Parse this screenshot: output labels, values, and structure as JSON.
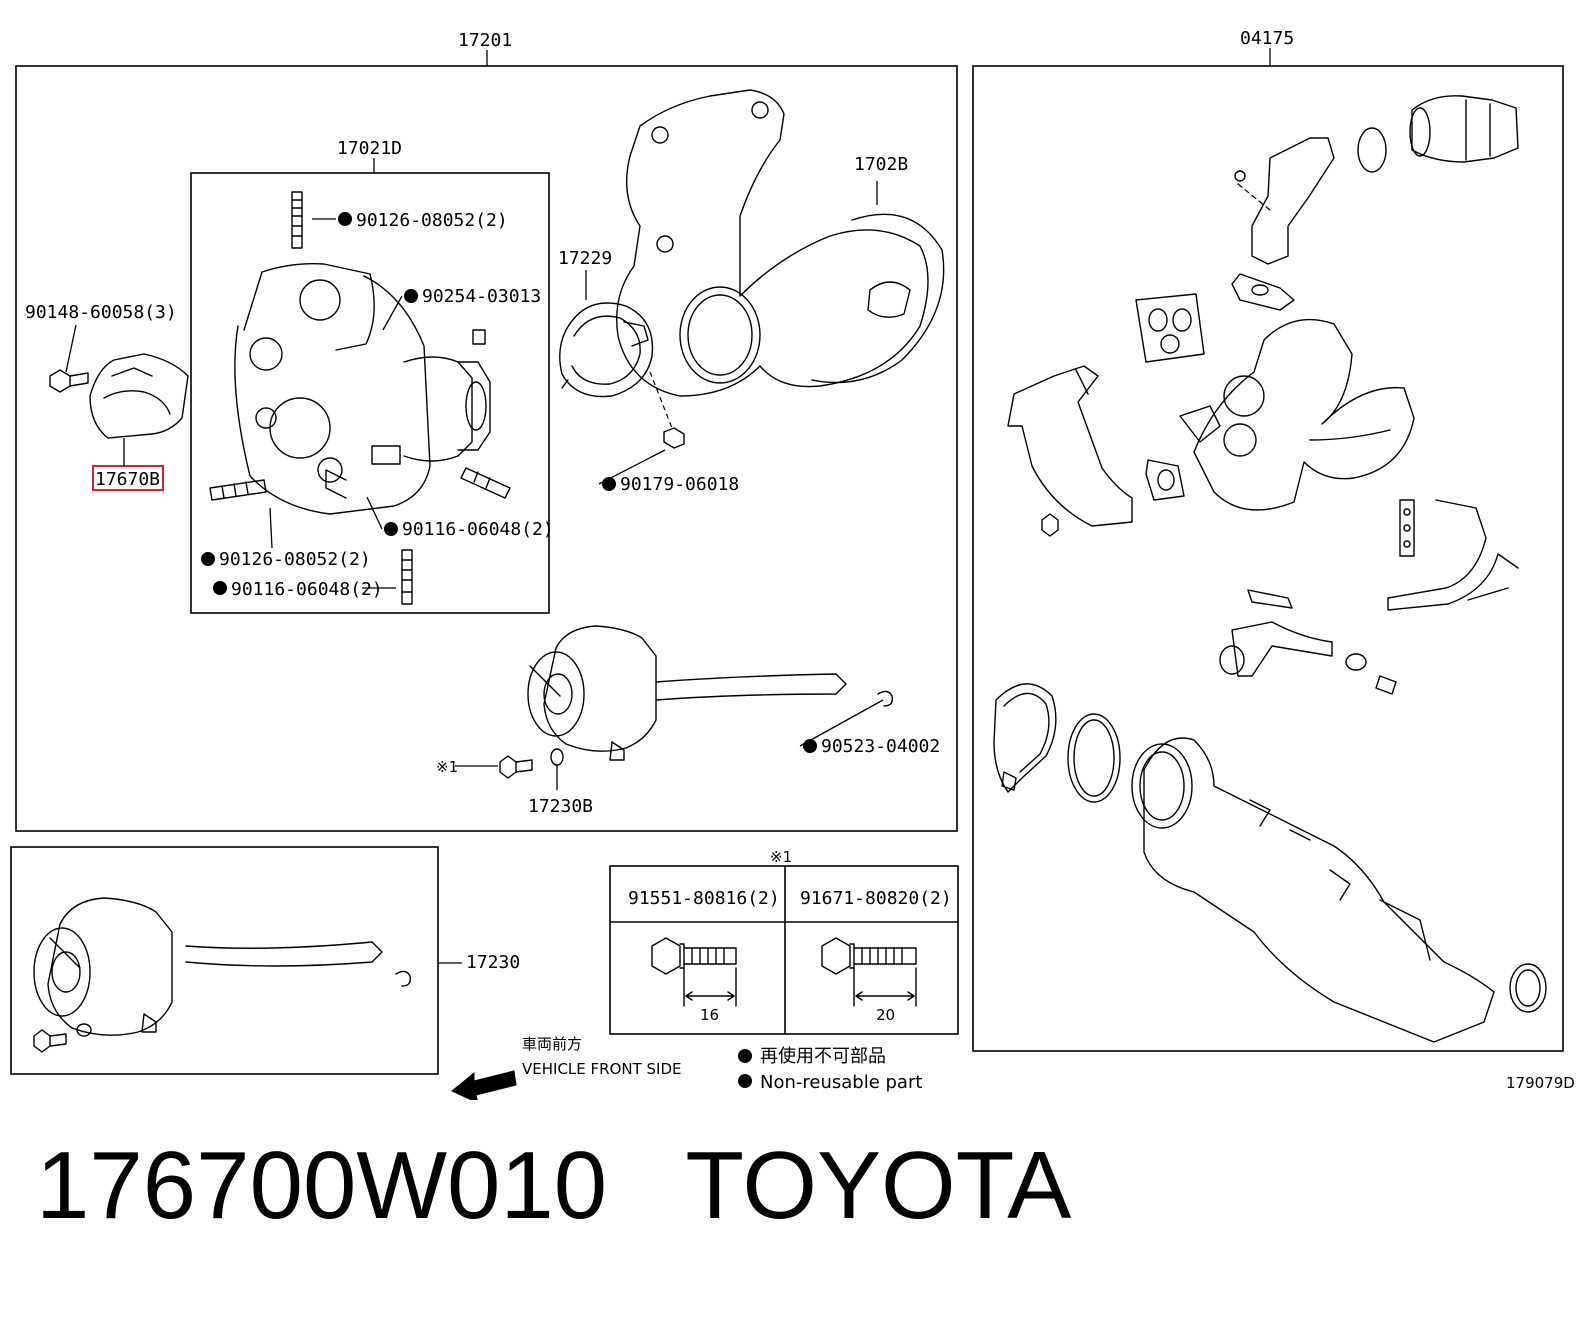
{
  "diagram": {
    "assembly_labels": {
      "turbo_assy": "17201",
      "exhaust_assy": "04175",
      "cartridge": "17021D",
      "outlet_elbow": "1702B",
      "clamp": "17229",
      "actuator_sub": "17230B",
      "actuator": "17230",
      "part_ref": "17670B"
    },
    "part_labels": [
      "90148-60058(3)",
      "90126-08052(2)",
      "90254-03013",
      "90116-06048(2)",
      "90126-08052(2)",
      "90116-06048(2)",
      "90179-06018",
      "90523-04002"
    ],
    "note_marker": "※1",
    "bolt_table": {
      "marker": "※1",
      "columns": [
        "91551-80816(2)",
        "91671-80820(2)"
      ],
      "lengths": [
        "16",
        "20"
      ]
    },
    "direction": {
      "jp": "車両前方",
      "en": "VEHICLE FRONT SIDE"
    },
    "legend": {
      "jp": "再使用不可部品",
      "en": "Non-reusable part"
    },
    "figure_id": "179079D"
  },
  "caption": "176700W010   TOYOTA"
}
